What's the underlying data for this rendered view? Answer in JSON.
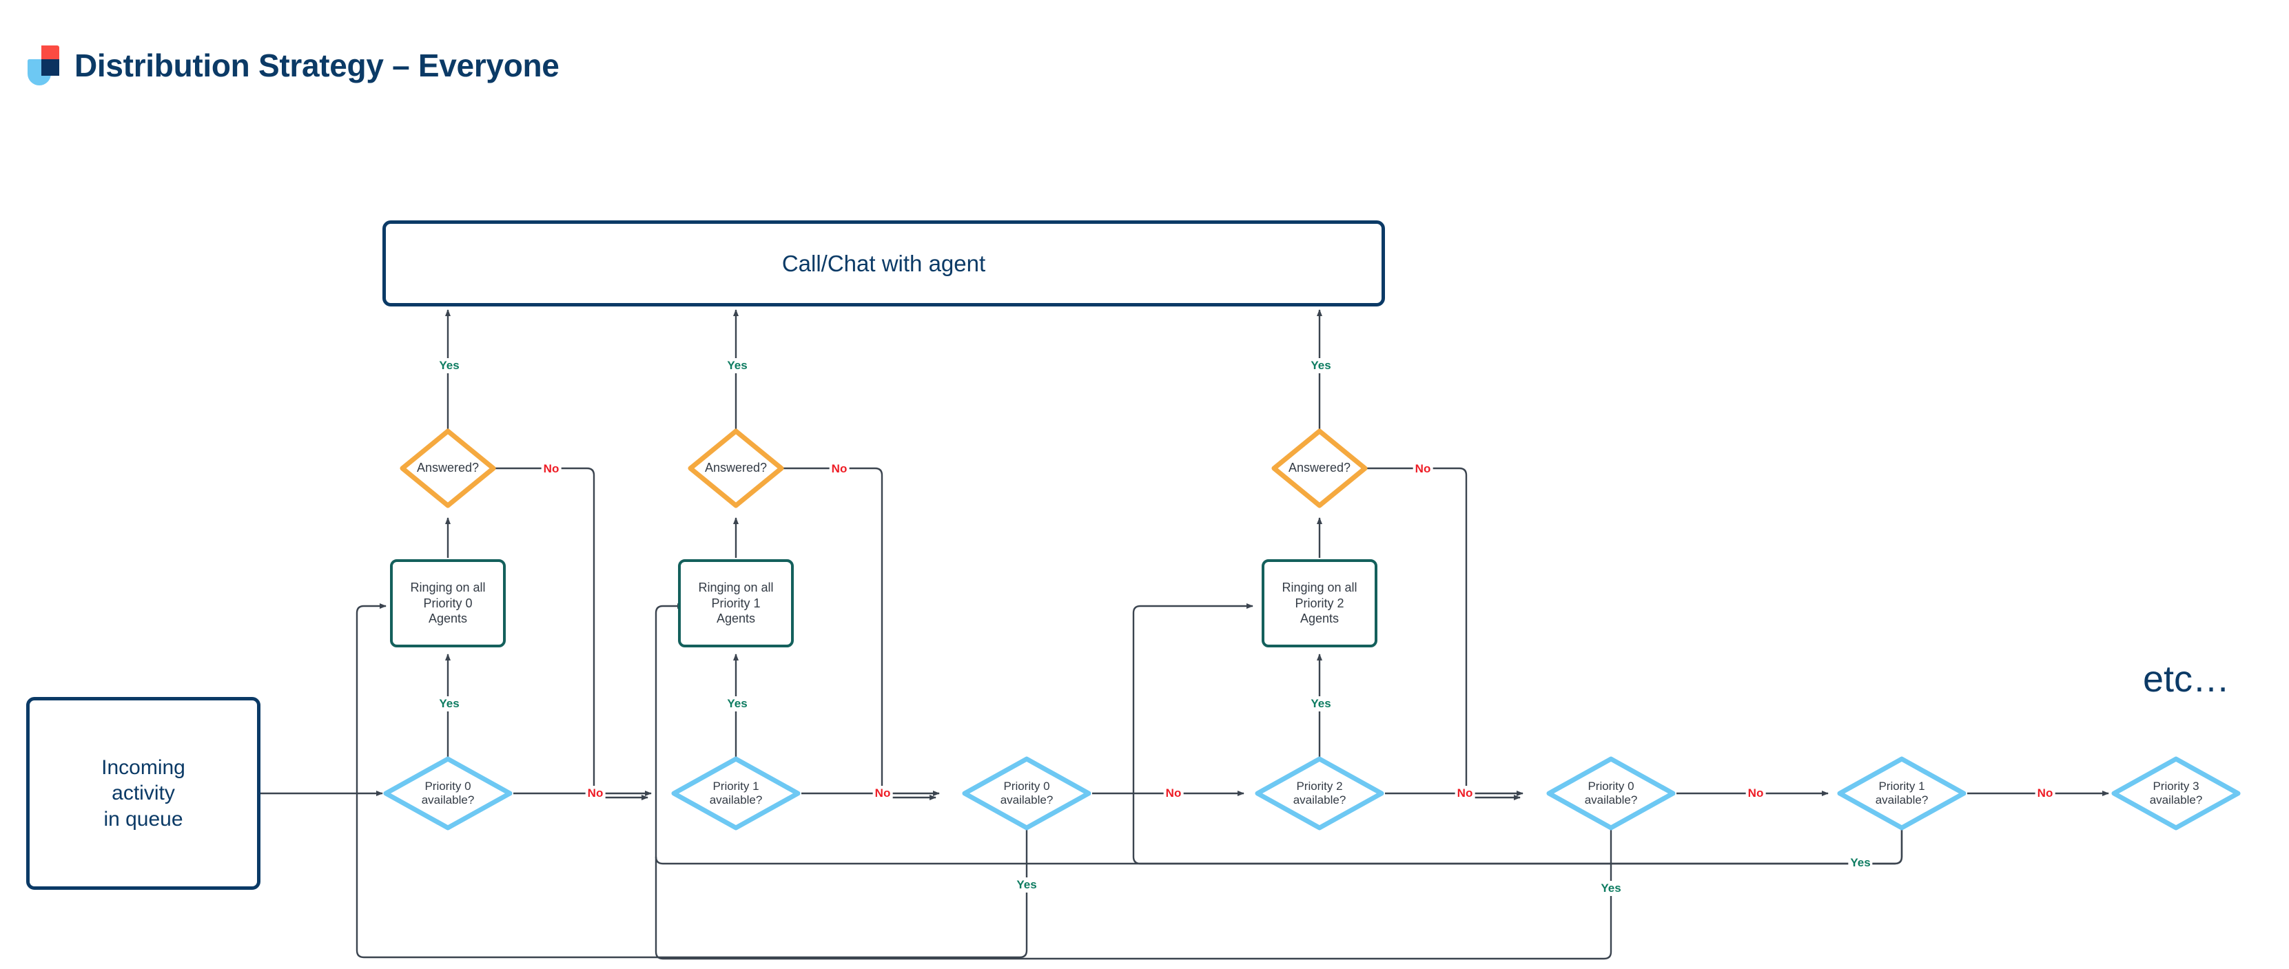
{
  "header": {
    "title": "Distribution Strategy – Everyone",
    "logo_name": "brand-logo"
  },
  "colors": {
    "title_navy": "#0B3A66",
    "terminal_border": "#0B3A66",
    "ringing_border": "#14605C",
    "answered_border": "#F5A93F",
    "priority_border": "#6DC8F3",
    "yes_label": "#0E7C61",
    "no_label": "#EE1C25",
    "edge_stroke": "#3B444F",
    "logo_red": "#FB4B42",
    "logo_blue": "#6DC8F3",
    "logo_navy": "#0B3260"
  },
  "diagram": {
    "top_node": {
      "label": "Call/Chat with agent"
    },
    "start_node": {
      "label": "Incoming\nactivity\nin queue"
    },
    "etc_label": "etc…",
    "answered_nodes": [
      {
        "id": "answered-0",
        "label": "Answered?"
      },
      {
        "id": "answered-1",
        "label": "Answered?"
      },
      {
        "id": "answered-2",
        "label": "Answered?"
      }
    ],
    "ringing_nodes": [
      {
        "id": "ringing-p0",
        "label": "Ringing on all\nPriority 0\nAgents"
      },
      {
        "id": "ringing-p1",
        "label": "Ringing on all\nPriority 1\nAgents"
      },
      {
        "id": "ringing-p2",
        "label": "Ringing on all\nPriority 2\nAgents"
      }
    ],
    "priority_nodes": [
      {
        "id": "priority-check-1",
        "label": "Priority 0\navailable?"
      },
      {
        "id": "priority-check-2",
        "label": "Priority 1\navailable?"
      },
      {
        "id": "priority-check-3",
        "label": "Priority 0\navailable?"
      },
      {
        "id": "priority-check-4",
        "label": "Priority 2\navailable?"
      },
      {
        "id": "priority-check-5",
        "label": "Priority 0\navailable?"
      },
      {
        "id": "priority-check-6",
        "label": "Priority 1\navailable?"
      },
      {
        "id": "priority-check-7",
        "label": "Priority 3\navailable?"
      }
    ],
    "edge_labels": {
      "yes": "Yes",
      "no": "No"
    },
    "edges": [
      {
        "id": "start-to-p1",
        "label": ""
      },
      {
        "id": "p1-yes-to-ringing0",
        "label": "Yes"
      },
      {
        "id": "p1-no-to-p2",
        "label": "No"
      },
      {
        "id": "ringing0-to-answered0",
        "label": ""
      },
      {
        "id": "answered0-yes-to-call",
        "label": "Yes"
      },
      {
        "id": "answered0-no-loop",
        "label": "No"
      },
      {
        "id": "p2-yes-to-ringing1",
        "label": "Yes"
      },
      {
        "id": "p2-no-to-p3",
        "label": "No"
      },
      {
        "id": "ringing1-to-answered1",
        "label": ""
      },
      {
        "id": "answered1-yes-to-call",
        "label": "Yes"
      },
      {
        "id": "answered1-no-loop",
        "label": "No"
      },
      {
        "id": "p3-yes-loop",
        "label": "Yes"
      },
      {
        "id": "p3-no-to-p4",
        "label": "No"
      },
      {
        "id": "p4-yes-to-ringing2",
        "label": "Yes"
      },
      {
        "id": "p4-no-to-p5",
        "label": "No"
      },
      {
        "id": "ringing2-to-answered2",
        "label": ""
      },
      {
        "id": "answered2-yes-to-call",
        "label": "Yes"
      },
      {
        "id": "answered2-no-loop",
        "label": "No"
      },
      {
        "id": "p5-yes-loop",
        "label": "Yes"
      },
      {
        "id": "p5-no-to-p6",
        "label": "No"
      },
      {
        "id": "p6-yes-loop",
        "label": "Yes"
      },
      {
        "id": "p6-no-to-p7",
        "label": "No"
      }
    ]
  }
}
